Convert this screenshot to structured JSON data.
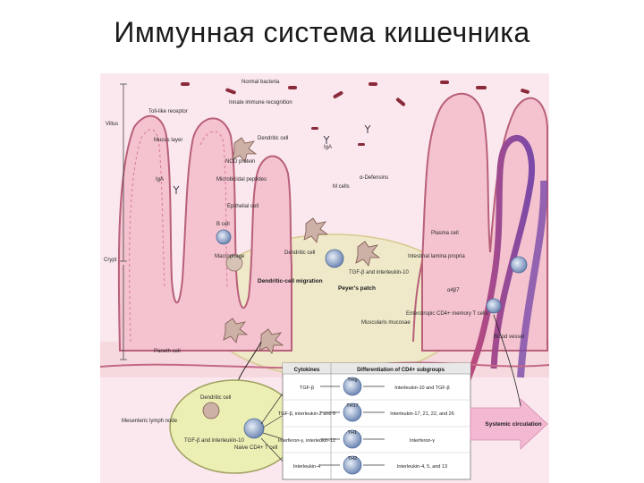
{
  "slide": {
    "title": "Иммунная система кишечника"
  },
  "labels": {
    "normal_bacteria": "Normal bacteria",
    "innate_recognition": "Innate immune recognition",
    "toll_like_receptor": "Toll-like receptor",
    "villus": "Villus",
    "mucus_layer": "Mucus layer",
    "dendritic_cell_top": "Dendritic cell",
    "nod_protein": "NOD protein",
    "iga_left": "IgA",
    "iga_mid": "IgA",
    "microbicidal_peptides": "Microbicidal peptides",
    "defensins": "α-Defensins",
    "m_cells": "M cells",
    "epithelial_cell": "Epithelial cell",
    "b_cell": "B cell",
    "crypt": "Crypt",
    "macrophage": "Macrophage",
    "dendritic_cell_mid": "Dendritic cell",
    "plasma_cell": "Plasma cell",
    "lamina_propria": "Intestinal lamina propria",
    "tgf_il10": "TGF-β and interleukin-10",
    "peyers_patch": "Peyer's patch",
    "dc_migration": "Dendritic-cell migration",
    "a4b7": "α4β7",
    "enterotropic": "Enterotropic CD4+ memory T cells",
    "muscularis": "Muscularis mucosae",
    "paneth_cell": "Paneth cell",
    "blood_vessel": "Blood vessel",
    "mesenteric_node": "Mesenteric lymph node",
    "dendritic_small": "Dendritic cell",
    "naive_t": "Naive CD4+ T cell",
    "tgf_il10_low": "TGF-β and interleukin-10",
    "systemic": "Systemic circulation"
  },
  "table": {
    "col_cytokines": "Cytokines",
    "col_differentiation": "Differentiation of CD4+ subgroups",
    "rows": [
      {
        "cytokine": "TGF-β",
        "cell": "Treg",
        "output": "Interleukin-10 and TGF-β"
      },
      {
        "cytokine": "TGF-β, interleukin-2 and 6",
        "cell": "TH17",
        "output": "Interleukin-17, 21, 22, and 26"
      },
      {
        "cytokine": "Interferon-γ, interleukin-12",
        "cell": "TH1",
        "output": "Interferon-γ"
      },
      {
        "cytokine": "Interleukin-4",
        "cell": "TH2",
        "output": "Interleukin-4, 5, and 13"
      }
    ]
  },
  "colors": {
    "background": "#fbe8ee",
    "villus_pink": "#f0b8c8",
    "peyer": "#efe9c9",
    "node": "#ecefb4",
    "arrow": "#f3b8d2",
    "vessel": "#8e3a8e"
  }
}
